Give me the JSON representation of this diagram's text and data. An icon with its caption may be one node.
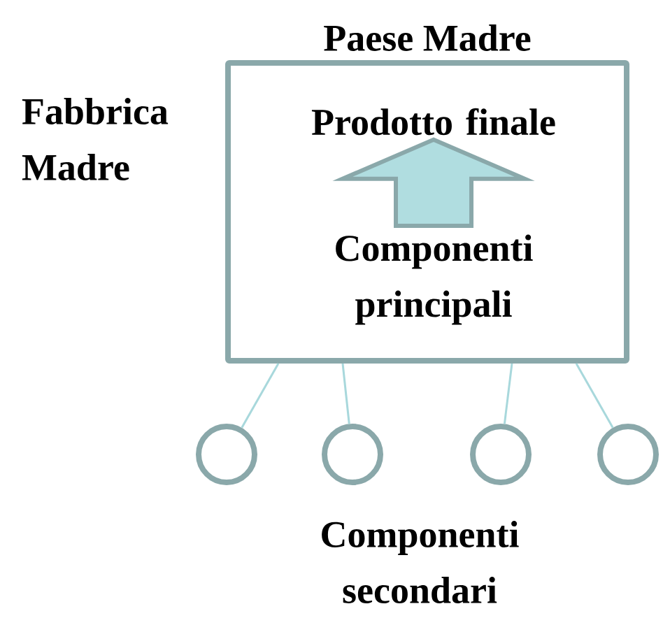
{
  "diagram": {
    "nodes": [
      {
        "text": [
          "Paese Madre"
        ],
        "beside": [
          "Fabbrica Madre"
        ]
      },
      {
        "text": [
          "Prodotto finale"
        ],
        "in": 0
      },
      {
        "text": [
          "Componenti principali"
        ],
        "in": 0
      },
      {
        "text": [],
        "shape": "circle"
      },
      {
        "text": [],
        "shape": "circle"
      },
      {
        "text": [],
        "shape": "circle"
      },
      {
        "text": [],
        "shape": "circle"
      }
    ],
    "edges": [
      {
        "from": 2,
        "to": 1,
        "arrow": "to",
        "style": "thick"
      },
      {
        "from": 0,
        "to": 3,
        "arrow": "none"
      },
      {
        "from": 0,
        "to": 4,
        "arrow": "none"
      },
      {
        "from": 0,
        "to": 5,
        "arrow": "none"
      },
      {
        "from": 0,
        "to": 6,
        "arrow": "none"
      }
    ],
    "labels": [
      "Componenti secondari"
    ]
  }
}
